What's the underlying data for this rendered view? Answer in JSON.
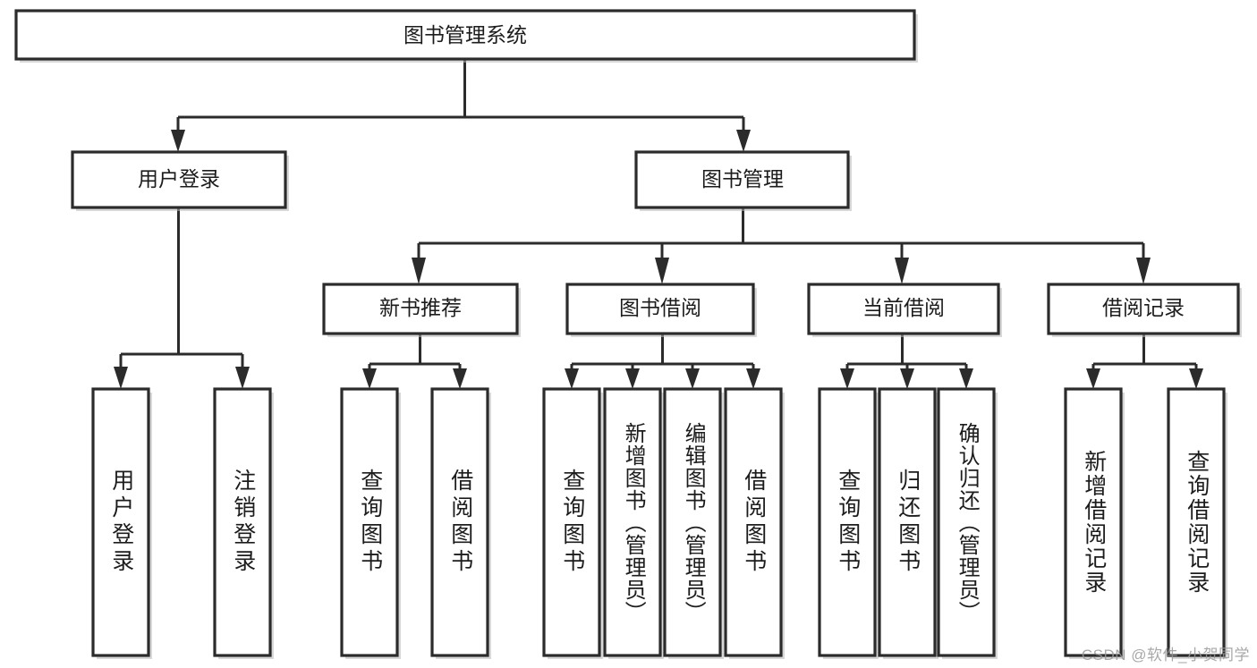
{
  "diagram": {
    "title": "图书管理系统",
    "type": "tree",
    "watermark": "CSDN @软件_小贺同学",
    "colors": {
      "node_fill": "#ffffff",
      "node_stroke": "#2b2b2b",
      "edge": "#2b2b2b",
      "text": "#1c1c1c",
      "watermark": "#9a9a9a",
      "background": "#ffffff"
    },
    "levels": {
      "root": {
        "label": "图书管理系统"
      },
      "level2": [
        {
          "id": "user-login",
          "label": "用户登录"
        },
        {
          "id": "book-manage",
          "label": "图书管理"
        }
      ],
      "level3": [
        {
          "id": "new-book-recommend",
          "label": "新书推荐",
          "parent": "book-manage"
        },
        {
          "id": "book-borrow",
          "label": "图书借阅",
          "parent": "book-manage"
        },
        {
          "id": "current-borrow",
          "label": "当前借阅",
          "parent": "book-manage"
        },
        {
          "id": "borrow-record",
          "label": "借阅记录",
          "parent": "book-manage"
        }
      ],
      "leaves": [
        {
          "id": "leaf-user-login",
          "label": "用户登录",
          "parent": "user-login"
        },
        {
          "id": "leaf-logout-login",
          "label": "注销登录",
          "parent": "user-login"
        },
        {
          "id": "leaf-query-book-1",
          "label": "查询图书",
          "parent": "new-book-recommend"
        },
        {
          "id": "leaf-borrow-book-1",
          "label": "借阅图书",
          "parent": "new-book-recommend"
        },
        {
          "id": "leaf-query-book-2",
          "label": "查询图书",
          "parent": "book-borrow"
        },
        {
          "id": "leaf-add-book",
          "label": "新增图书（管理员）",
          "parent": "book-borrow"
        },
        {
          "id": "leaf-edit-book",
          "label": "编辑图书（管理员）",
          "parent": "book-borrow"
        },
        {
          "id": "leaf-borrow-book-2",
          "label": "借阅图书",
          "parent": "book-borrow"
        },
        {
          "id": "leaf-query-book-3",
          "label": "查询图书",
          "parent": "current-borrow"
        },
        {
          "id": "leaf-return-book",
          "label": "归还图书",
          "parent": "current-borrow"
        },
        {
          "id": "leaf-confirm-return",
          "label": "确认归还（管理员）",
          "parent": "current-borrow"
        },
        {
          "id": "leaf-add-record",
          "label": "新增借阅记录",
          "parent": "borrow-record"
        },
        {
          "id": "leaf-query-record",
          "label": "查询借阅记录",
          "parent": "borrow-record"
        }
      ]
    }
  }
}
